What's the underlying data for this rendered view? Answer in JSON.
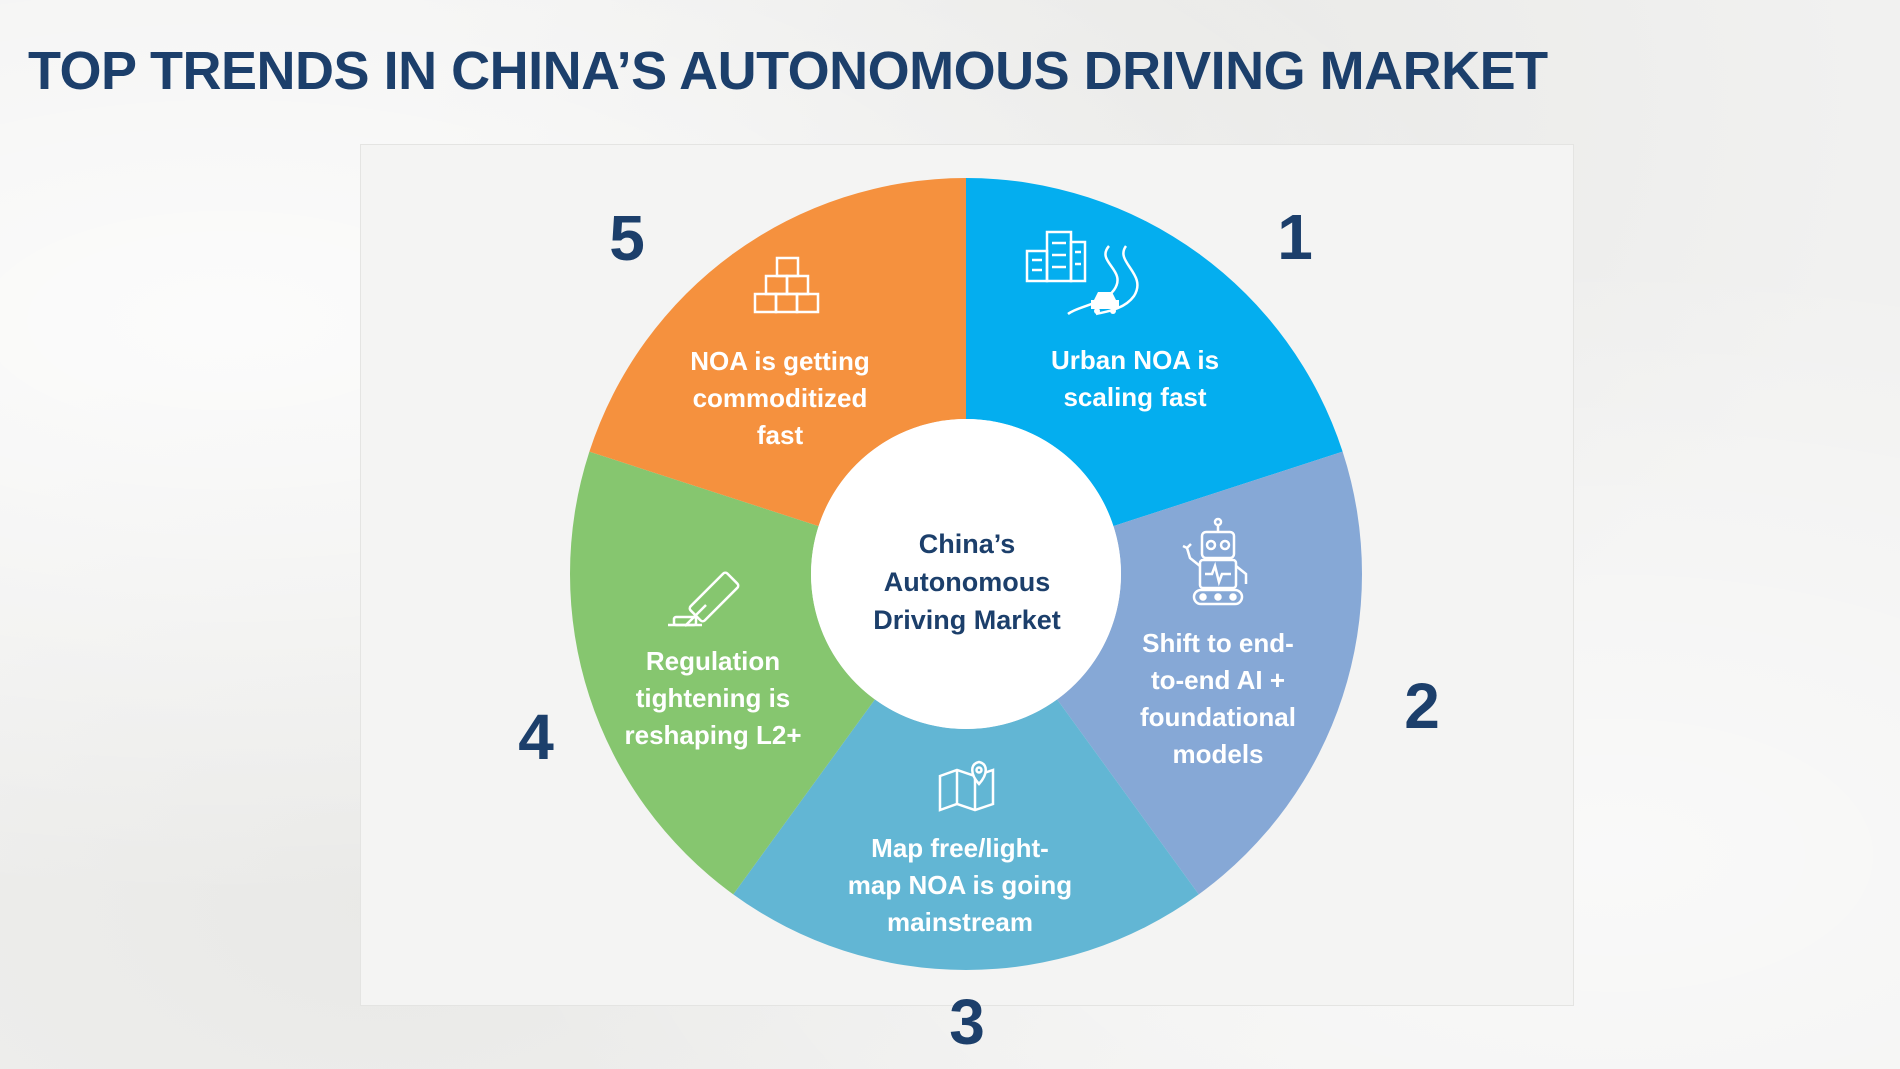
{
  "title": "TOP TRENDS IN CHINA’S AUTONOMOUS DRIVING MARKET",
  "center_label": "China’s\nAutonomous\nDriving Market",
  "trends": [
    {
      "number": "1",
      "text": "Urban NOA is\nscaling fast",
      "color": "#04aeef",
      "icon": "city-road-car-icon"
    },
    {
      "number": "2",
      "text": "Shift to end-\nto-end AI +\nfoundational\nmodels",
      "color": "#86a8d6",
      "icon": "robot-icon"
    },
    {
      "number": "3",
      "text": "Map free/light-\nmap NOA is going\nmainstream",
      "color": "#62b6d4",
      "icon": "map-pin-icon"
    },
    {
      "number": "4",
      "text": "Regulation\ntightening is\nreshaping L2+",
      "color": "#86c66f",
      "icon": "gavel-icon"
    },
    {
      "number": "5",
      "text": "NOA is getting\ncommoditized\nfast",
      "color": "#f5913e",
      "icon": "stacked-boxes-icon"
    }
  ],
  "colors": {
    "title": "#1c3f6b",
    "numbers": "#1c3f6b",
    "center_fill": "#ffffff"
  }
}
